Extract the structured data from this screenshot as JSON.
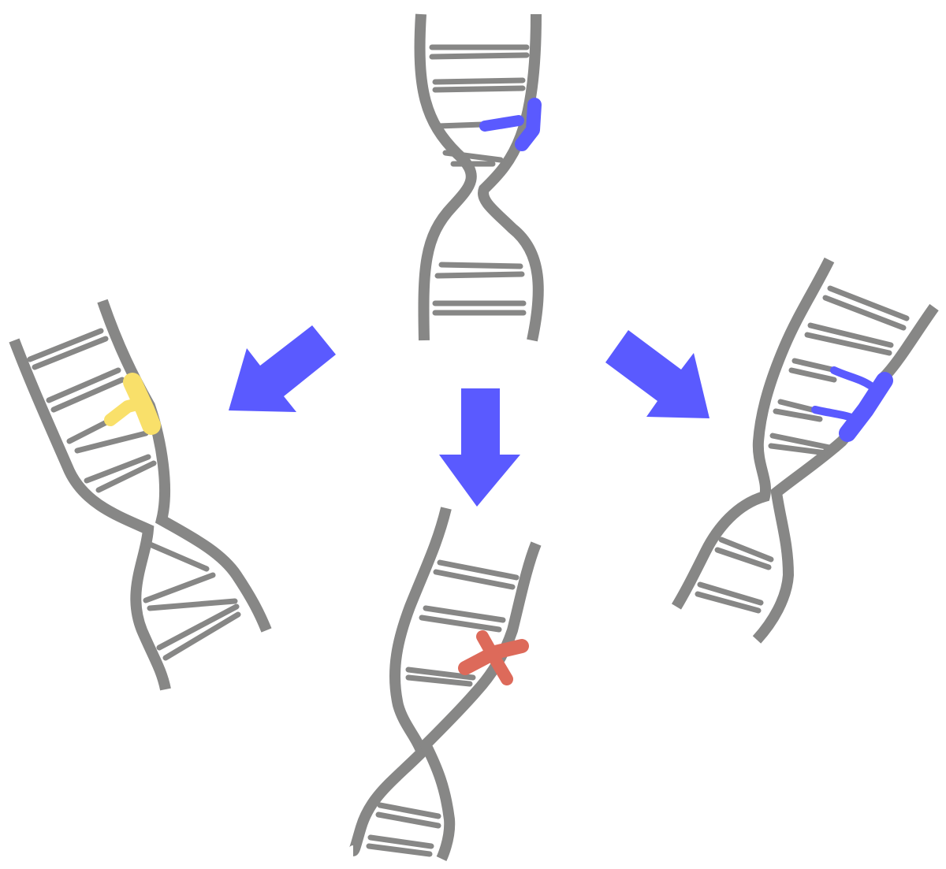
{
  "colors": {
    "dna": "#878786",
    "background": "#ffffff",
    "arrow": "#5a5aff",
    "mark_original": "#5a5aff",
    "mark_left": "#f9e06a",
    "mark_bottom": "#dd6a5a",
    "mark_right": "#5a5aff"
  },
  "figure": {
    "center": {
      "mark": "blue-base-pair"
    },
    "left": {
      "mark": "yellow-base-pair"
    },
    "bottom": {
      "mark": "red-cross-mark"
    },
    "right": {
      "mark": "blue-base-pairs"
    }
  },
  "icons": [
    "arrow-down-left-icon",
    "arrow-down-icon",
    "arrow-down-right-icon"
  ]
}
